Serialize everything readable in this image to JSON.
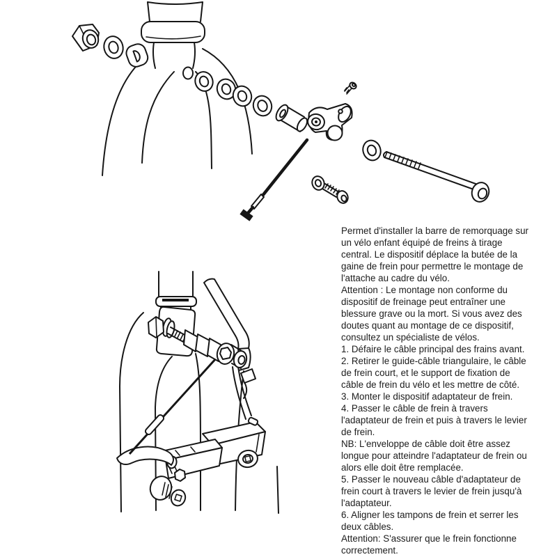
{
  "page": {
    "background": "#ffffff",
    "ink": "#161616"
  },
  "instructions": {
    "lines": [
      "Permet d'installer la barre de remorquage sur",
      "un vélo enfant équipé de freins à tirage",
      "central. Le dispositif déplace la butée de la",
      "gaine de frein pour permettre le montage de",
      "l'attache au cadre du vélo.",
      "Attention : Le montage non conforme du",
      "dispositif de freinage peut entraîner une",
      "blessure grave ou la mort. Si vous avez des",
      "doutes quant au montage de ce dispositif,",
      "consultez un spécialiste de vélos.",
      "1. Défaire le câble principal des frains avant.",
      "2. Retirer le guide-câble triangulaire, le câble",
      "de frein court, et le support de fixation de",
      "câble de frein du vélo et les mettre de côté.",
      "3. Monter le dispositif adaptateur de frein.",
      "4. Passer le câble de frein à travers",
      "l'adaptateur de frein et puis à travers le levier",
      "de frein.",
      "NB: L'enveloppe de câble doit être assez",
      "longue pour atteindre l'adaptateur de frein ou",
      "alors elle doit être remplacée.",
      "5. Passer le nouveau câble d'adaptateur de",
      "frein court à travers le levier de frein jusqu'à",
      "l'adaptateur.",
      "6. Aligner les tampons de frein et serrer les",
      "deux câbles.",
      "Attention: S'assurer que le frein fonctionne",
      "correctement."
    ]
  }
}
